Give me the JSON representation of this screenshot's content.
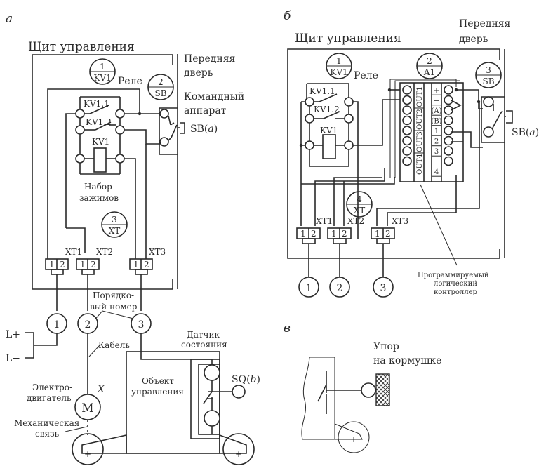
{
  "panel_a": {
    "letter": "а",
    "panel_title": "Щит управления",
    "front_door": [
      "Передняя",
      "дверь"
    ],
    "relay_label": "Реле",
    "relay_tag": {
      "num": "1",
      "code": "KV1"
    },
    "sb_tag": {
      "num": "2",
      "code": "SB"
    },
    "xt_tag": {
      "num": "3",
      "code": "XT"
    },
    "command_device": [
      "Командный",
      "аппарат"
    ],
    "sb_label": "SB(",
    "sb_var": "a",
    "sb_close": ")",
    "contact1": "KV1.1",
    "contact2": "KV1.2",
    "coil": "KV1",
    "terminal_set": [
      "Набор",
      "зажимов"
    ],
    "xt1": "XT1",
    "xt2": "XT2",
    "xt3": "XT3",
    "pin1": "1",
    "pin2": "2",
    "serial_number": [
      "Порядко-",
      "вый номер"
    ],
    "wires": [
      "1",
      "2",
      "3"
    ],
    "lplus": "L+",
    "lminus": "L−",
    "cable": "Кабель",
    "motor_label": [
      "Электро-",
      "двигатель"
    ],
    "motor_symbol": "M",
    "x_label": "X",
    "mech_link": [
      "Механическая",
      "связь"
    ],
    "object": [
      "Объект",
      "управления"
    ],
    "sensor": [
      "Датчик",
      "состояния"
    ],
    "sq_label": "SQ(",
    "sq_var": "b",
    "sq_close": ")",
    "plus": "+"
  },
  "panel_b": {
    "letter": "б",
    "panel_title": "Щит управления",
    "front_door": [
      "Передняя",
      "дверь"
    ],
    "relay_label": "Реле",
    "relay_tag": {
      "num": "1",
      "code": "KV1"
    },
    "plc_tag": {
      "num": "2",
      "code": "A1"
    },
    "sb_tag": {
      "num": "3",
      "code": "SB"
    },
    "xt_tag": {
      "num": "4",
      "code": "XT"
    },
    "contact1": "KV1.1",
    "contact2": "KV1.2",
    "coil": "KV1",
    "plc_outputs": [
      "OUT1",
      "OUT2",
      "OUT3",
      "OUT4"
    ],
    "plc_inputs": [
      "+",
      "−",
      "(A)",
      "(B)",
      "1",
      "2",
      "3",
      "4"
    ],
    "sb_label": "SB(",
    "sb_var": "a",
    "sb_close": ")",
    "xt1": "XT1",
    "xt2": "XT2",
    "xt3": "XT3",
    "pin1": "1",
    "pin2": "2",
    "wires": [
      "1",
      "2",
      "3"
    ],
    "plc_caption": [
      "Программируемый",
      "логический",
      "контроллер"
    ]
  },
  "panel_c": {
    "letter": "в",
    "stop_label": [
      "Упор",
      "на кормушке"
    ],
    "plus": "+"
  }
}
